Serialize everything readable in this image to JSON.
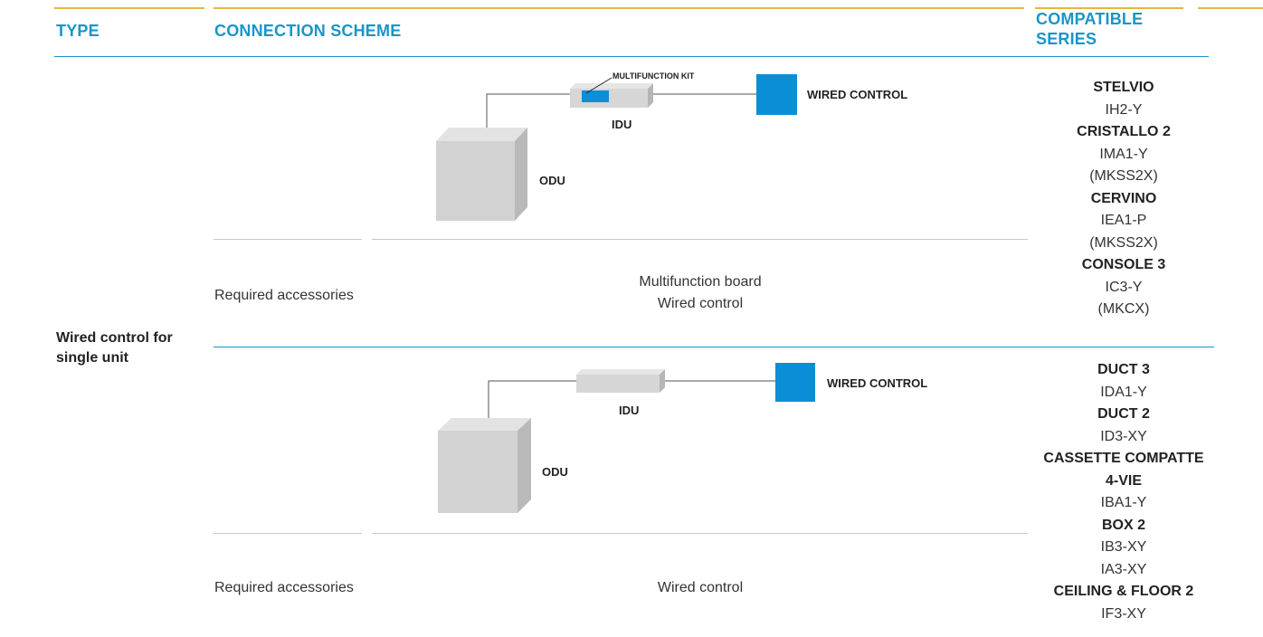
{
  "header": {
    "type": "TYPE",
    "connection_scheme": "CONNECTION SCHEME",
    "compatible_series": [
      "COMPATIBLE",
      "SERIES"
    ]
  },
  "type_label": [
    "Wired control for",
    "single unit"
  ],
  "colors": {
    "accent_blue": "#1a95c8",
    "gold": "#e8b53f",
    "control_blue": "#0a8fd6",
    "unit_grey": "#d4d4d4"
  },
  "scheme1": {
    "kit_label": "MULTIFUNCTION KIT",
    "idu_label": "IDU",
    "odu_label": "ODU",
    "control_label": "WIRED CONTROL",
    "required_label": "Required accessories",
    "accessories": [
      "Multifunction board",
      "Wired control"
    ]
  },
  "scheme2": {
    "idu_label": "IDU",
    "odu_label": "ODU",
    "control_label": "WIRED CONTROL",
    "required_label": "Required accessories",
    "accessories": [
      "Wired control"
    ]
  },
  "series1": [
    {
      "name": "STELVIO",
      "models": [
        "IH2-Y"
      ]
    },
    {
      "name": "CRISTALLO 2",
      "models": [
        "IMA1-Y",
        "(MKSS2X)"
      ]
    },
    {
      "name": "CERVINO",
      "models": [
        "IEA1-P",
        "(MKSS2X)"
      ]
    },
    {
      "name": "CONSOLE 3",
      "models": [
        "IC3-Y",
        "(MKCX)"
      ]
    }
  ],
  "series2": [
    {
      "name": "DUCT 3",
      "models": [
        "IDA1-Y"
      ]
    },
    {
      "name": "DUCT 2",
      "models": [
        "ID3-XY"
      ]
    },
    {
      "name": "CASSETTE COMPATTE 4-VIE",
      "models": [
        "IBA1-Y"
      ]
    },
    {
      "name": "BOX 2",
      "models": [
        "IB3-XY",
        "IA3-XY"
      ]
    },
    {
      "name": "CEILING & FLOOR 2",
      "models": [
        "IF3-XY"
      ]
    }
  ]
}
